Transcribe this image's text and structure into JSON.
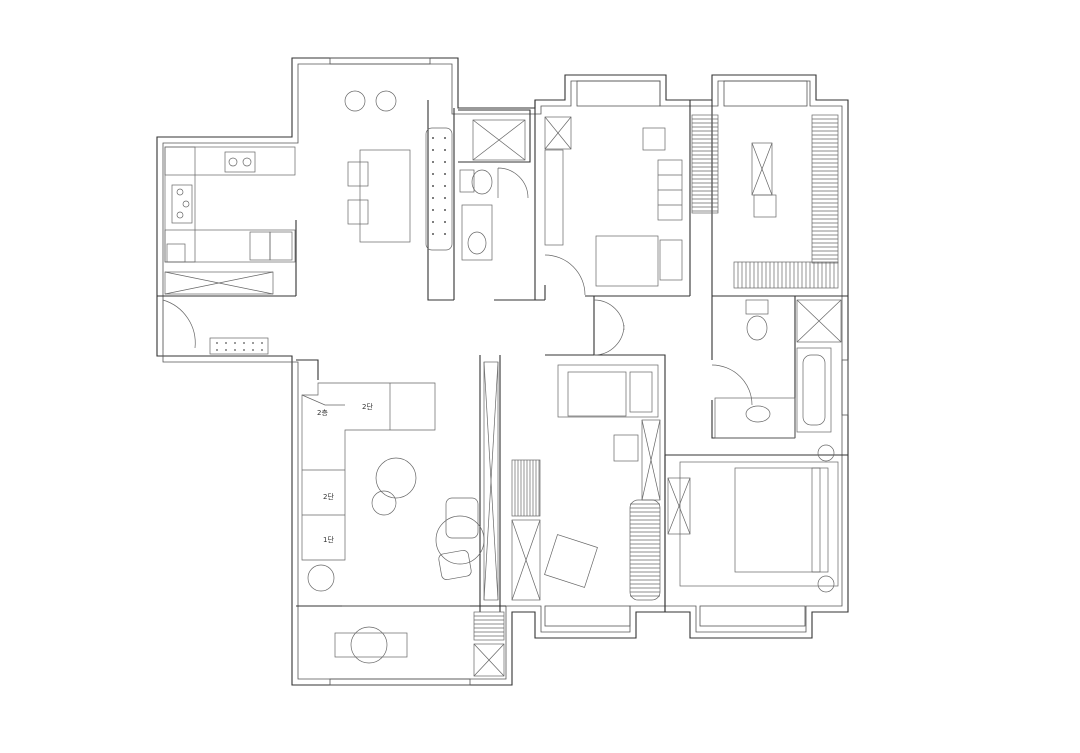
{
  "labels": {
    "l1": "2층",
    "l2": "2단",
    "l3": "2단",
    "l4": "1단"
  },
  "colors": {
    "line": "#333333",
    "background": "#ffffff"
  }
}
